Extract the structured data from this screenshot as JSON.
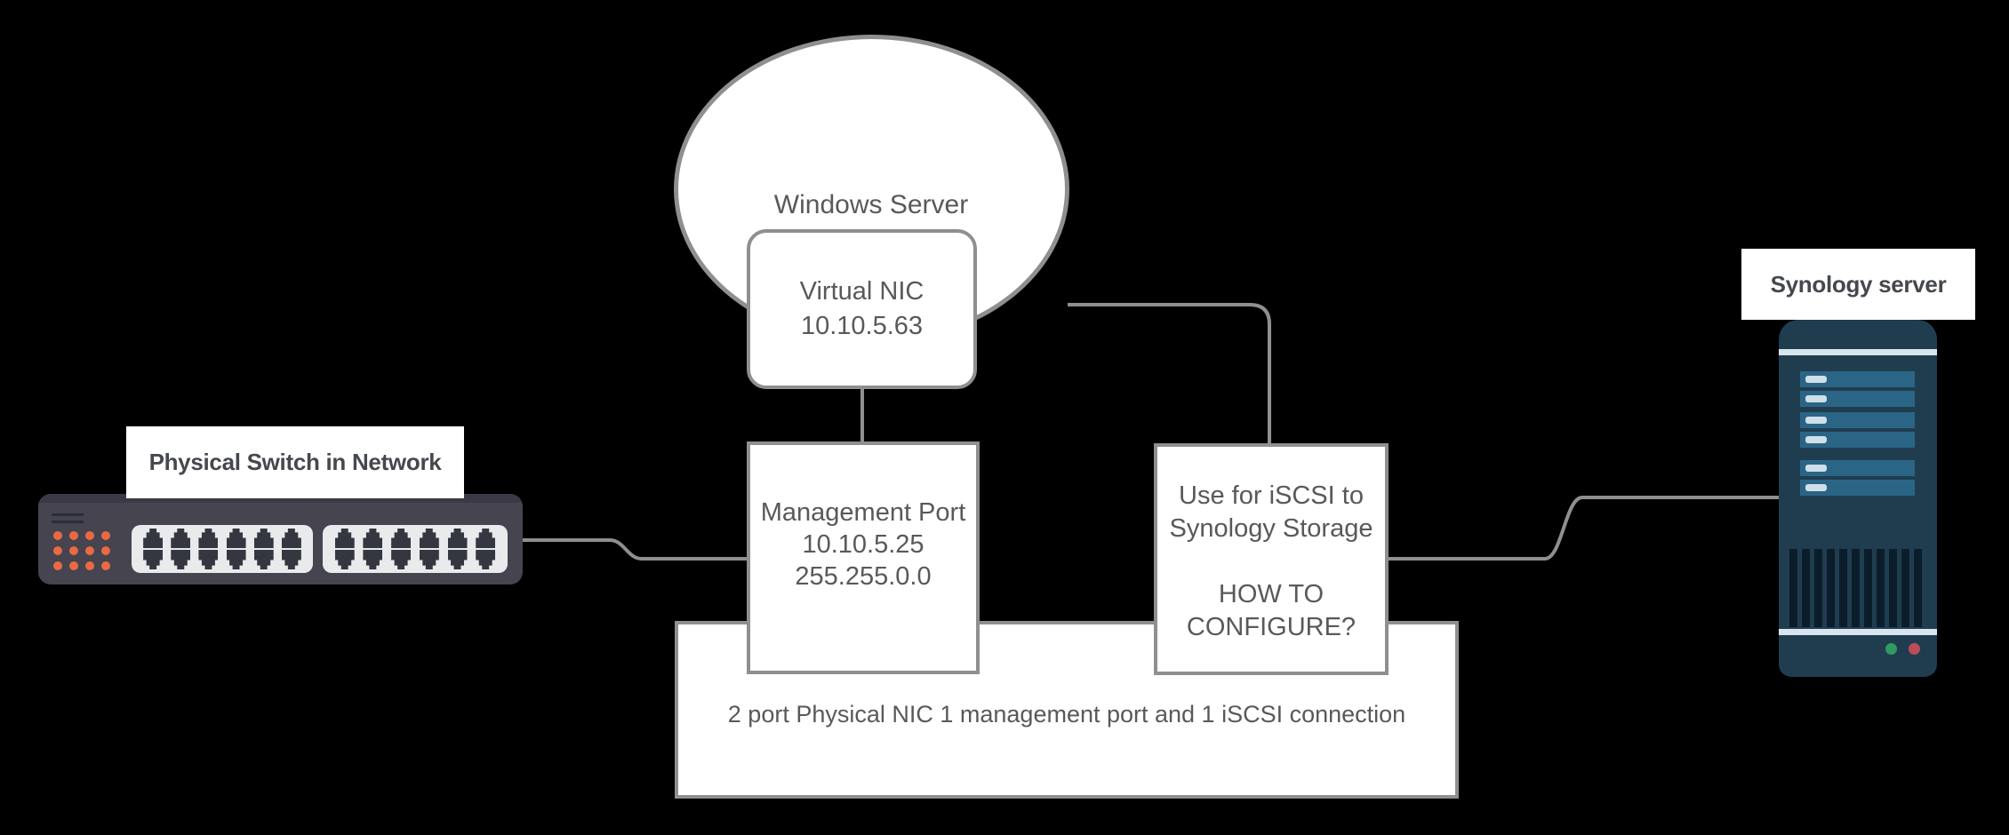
{
  "diagram": {
    "title_node": {
      "label": "Windows Server"
    },
    "virtual_nic": {
      "lines": [
        "Virtual NIC",
        "10.10.5.63"
      ]
    },
    "management_port": {
      "lines": [
        "Management Port",
        "10.10.5.25",
        "255.255.0.0"
      ]
    },
    "iscsi_note": {
      "lines": [
        "Use for iSCSI to",
        "Synology Storage",
        "",
        "HOW TO",
        "CONFIGURE?"
      ]
    },
    "physical_nic_note": {
      "label": "2 port Physical NIC 1 management port and 1 iSCSI connection"
    },
    "switch_caption": {
      "label": "Physical Switch in Network"
    },
    "synology_caption": {
      "label": "Synology server"
    },
    "connections": [
      {
        "from": "physical-switch",
        "to": "management-port"
      },
      {
        "from": "virtual-nic",
        "to": "management-port"
      },
      {
        "from": "windows-server-cloud",
        "to": "iscsi-note"
      },
      {
        "from": "iscsi-note",
        "to": "synology-server"
      }
    ],
    "colors": {
      "background": "#000000",
      "connector": "#8f8f8f",
      "box_border": "#8f8f8f",
      "box_fill": "#ffffff",
      "box_text": "#58595b",
      "caption_text": "#45484d",
      "switch_body": "#45444f",
      "switch_leds_orange": "#e96a42",
      "switch_port_panel": "#e9eaec",
      "switch_port": "#343740",
      "synology_body": "#203d50",
      "synology_bay": "#2b6586",
      "synology_stripe": "#d9e5ee",
      "led_green": "#2f9a62",
      "led_red": "#c04b58"
    }
  }
}
